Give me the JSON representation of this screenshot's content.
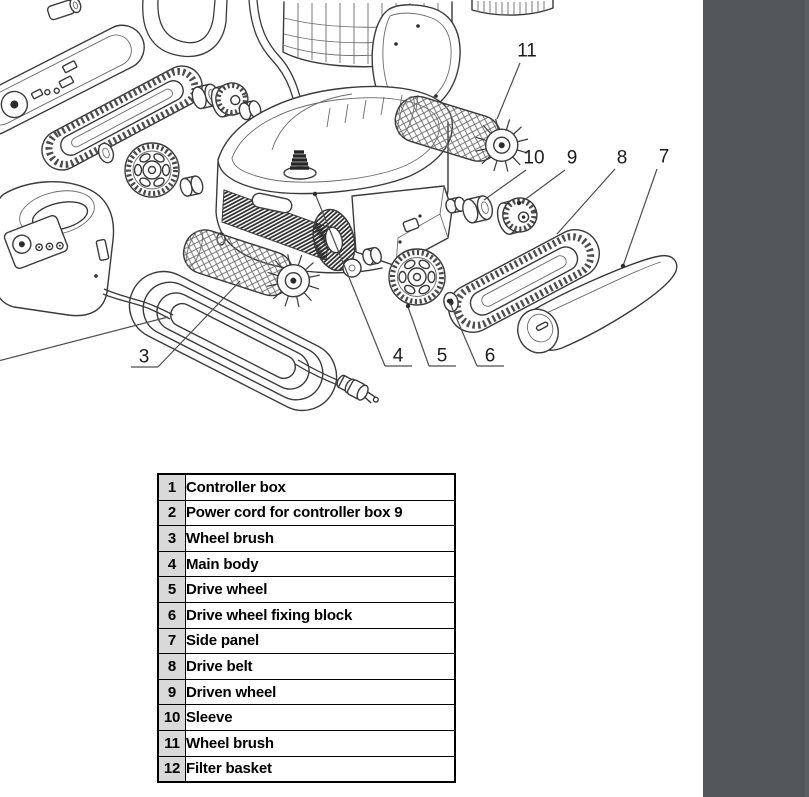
{
  "diagram": {
    "callouts": [
      "3",
      "4",
      "5",
      "6",
      "7",
      "8",
      "9",
      "10",
      "11"
    ]
  },
  "parts_table": {
    "rows": [
      {
        "num": "1",
        "name": "Controller box"
      },
      {
        "num": "2",
        "name": "Power cord for controller box 9"
      },
      {
        "num": "3",
        "name": "Wheel brush"
      },
      {
        "num": "4",
        "name": "Main body"
      },
      {
        "num": "5",
        "name": "Drive wheel"
      },
      {
        "num": "6",
        "name": "Drive wheel fixing block"
      },
      {
        "num": "7",
        "name": "Side panel"
      },
      {
        "num": "8",
        "name": "Drive belt"
      },
      {
        "num": "9",
        "name": "Driven wheel"
      },
      {
        "num": "10",
        "name": "Sleeve"
      },
      {
        "num": "11",
        "name": "Wheel brush"
      },
      {
        "num": "12",
        "name": "Filter basket"
      }
    ]
  },
  "colors": {
    "sidebar": "#53565a",
    "table_number_background": "#d9d9d9",
    "line_art": "#3a3a3a"
  }
}
